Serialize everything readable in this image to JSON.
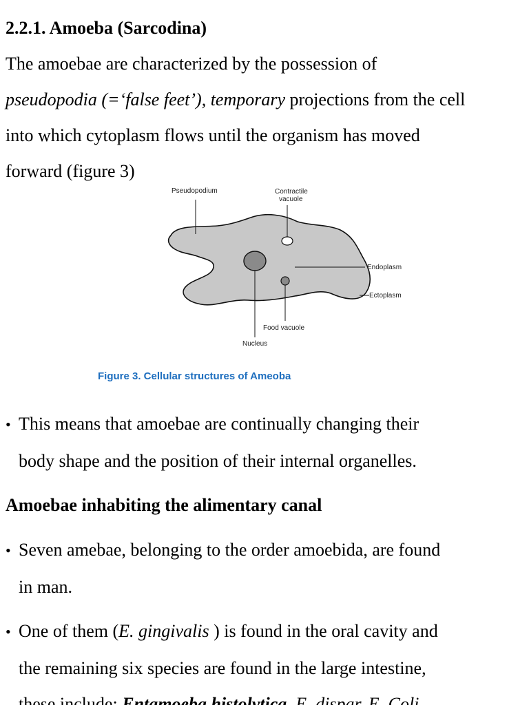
{
  "section": {
    "heading": "2.2.1. Amoeba (Sarcodina)"
  },
  "paragraph": {
    "line1": "The amoebae are characterized by the possession of",
    "line2_italic": "pseudopodia (=‘false feet’), temporary",
    "line2_rest": " projections from the cell",
    "line3": "into which cytoplasm flows until the organism has moved",
    "line4": "forward (figure 3)"
  },
  "figure": {
    "labels": {
      "pseudopodium": "Pseudopodium",
      "contractile_1": "Contractile",
      "contractile_2": "vacuole",
      "endoplasm": "Endoplasm",
      "ectoplasm": "Ectoplasm",
      "food_vacuole": "Food vacuole",
      "nucleus": "Nucleus"
    },
    "caption": "Figure 3. Cellular structures of Ameoba",
    "colors": {
      "cell_fill": "#c8c8c8",
      "nucleus_fill": "#8a8a8a",
      "caption": "#1f6fbf"
    }
  },
  "bullets1": {
    "b1_line1": "This means that amoebae are continually changing their",
    "b1_line2": "body shape and the position of their internal organelles."
  },
  "subheading": "Amoebae inhabiting the alimentary canal",
  "bullets2": {
    "bullet_char": "•",
    "b1_line1": "Seven amebae, belonging to the order amoebida, are found",
    "b1_line2": "in man.",
    "b2_line1_a": "One of them (",
    "b2_line1_italic": "E. gingivalis",
    "b2_line1_b": " ) is found in the oral cavity and",
    "b2_line2": "the remaining six species are found in the large intestine,",
    "b2_line3_a": "these include: ",
    "b2_line3_bolditalic": "Entamoeba histolytica",
    "b2_line3_b": ", ",
    "b2_line3_italic": "E. dispar, E. Coli"
  }
}
